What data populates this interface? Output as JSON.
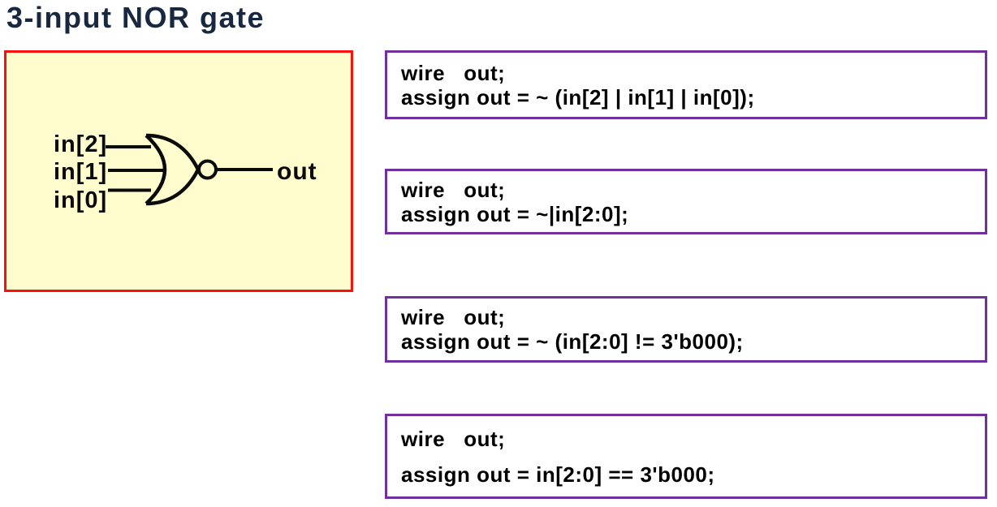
{
  "title": "3-input NOR gate",
  "colors": {
    "title_text": "#182840",
    "gate_panel_fill": "#FFFDCD",
    "gate_panel_border": "#FA100C",
    "code_box_border": "#7030A0",
    "code_text": "#000000",
    "gate_stroke": "#0a0a0a"
  },
  "gate_diagram": {
    "type": "3-input NOR gate schematic",
    "inputs": [
      "in[2]",
      "in[1]",
      "in[0]"
    ],
    "output": "out"
  },
  "code_boxes": [
    {
      "lines": [
        "wire   out;",
        "assign out = ~ (in[2] | in[1] | in[0]);"
      ]
    },
    {
      "lines": [
        "wire   out;",
        "assign out = ~|in[2:0];"
      ]
    },
    {
      "lines": [
        "wire   out;",
        "assign out = ~ (in[2:0] != 3'b000);"
      ]
    },
    {
      "lines": [
        "wire   out;",
        "assign out = in[2:0] == 3'b000;"
      ]
    }
  ]
}
